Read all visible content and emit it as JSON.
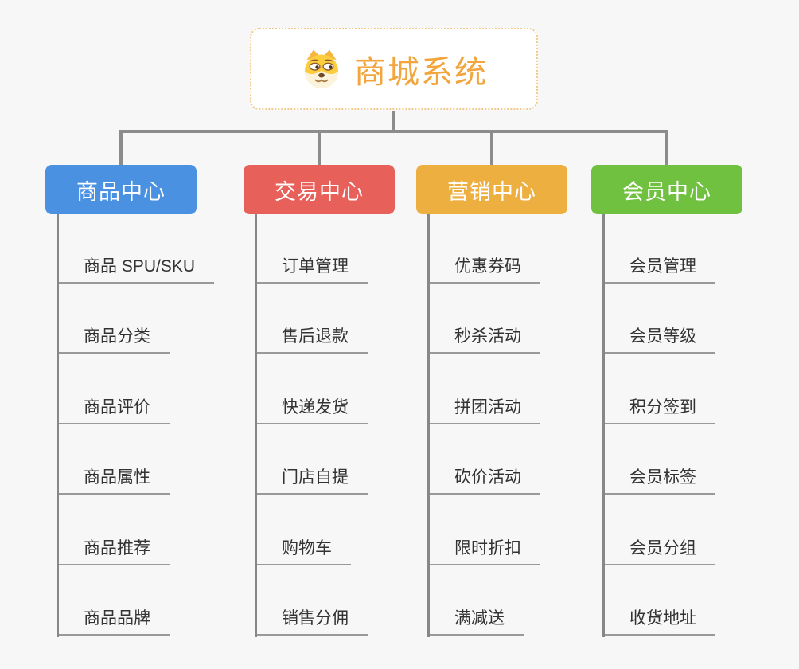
{
  "root": {
    "title": "商城系统",
    "icon": "dog-face-icon"
  },
  "branches": [
    {
      "label": "商品中心",
      "color": "#4B91E2",
      "items": [
        "商品 SPU/SKU",
        "商品分类",
        "商品评价",
        "商品属性",
        "商品推荐",
        "商品品牌"
      ]
    },
    {
      "label": "交易中心",
      "color": "#E8605A",
      "items": [
        "订单管理",
        "售后退款",
        "快递发货",
        "门店自提",
        "购物车",
        "销售分佣"
      ]
    },
    {
      "label": "营销中心",
      "color": "#EEAF41",
      "items": [
        "优惠券码",
        "秒杀活动",
        "拼团活动",
        "砍价活动",
        "限时折扣",
        "满减送"
      ]
    },
    {
      "label": "会员中心",
      "color": "#6FC13F",
      "items": [
        "会员管理",
        "会员等级",
        "积分签到",
        "会员标签",
        "会员分组",
        "收货地址"
      ]
    }
  ],
  "colors": {
    "background": "#F7F7F7",
    "connector": "#8C8C8C",
    "underline": "#999999",
    "root_text": "#F2A53C",
    "root_border": "#F3C98B",
    "item_text": "#333333"
  }
}
